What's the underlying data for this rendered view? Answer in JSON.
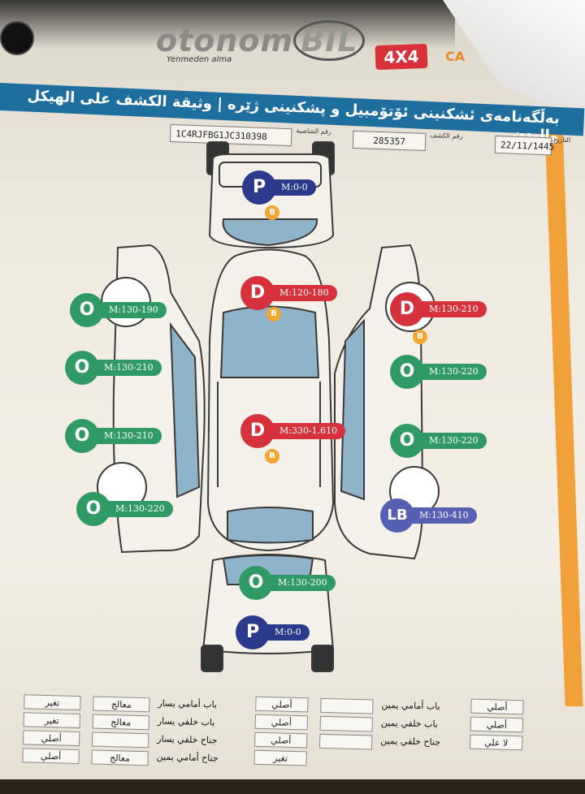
{
  "header": {
    "brand_main": "otonom",
    "brand_bil": "BIL",
    "slogan": "Yenmeden alma",
    "badge": "4X4",
    "logo_right": "CA",
    "left_text": "",
    "banner_title": "بەڵگەنامەی ئشکنینی ئۆتۆمبیل و پشکنینی ژێرە | وثيقة الكشف على الهيكل والبدن"
  },
  "info": {
    "vin": "1C4RJFBG1JC310398",
    "vin_label": "رقم الشاصية",
    "check_no": "285357",
    "check_label": "رقم الكشف",
    "date": "22/11/1445",
    "date_label": "التاريخ"
  },
  "markers": {
    "top_roof": {
      "letter": "P",
      "value": "M:0-0",
      "color": "#2c3a8c"
    },
    "hood": {
      "letter": "D",
      "value": "M:120-180",
      "color": "#d5323d"
    },
    "roof": {
      "letter": "D",
      "value": "M:330-1.610",
      "color": "#d5323d"
    },
    "left_front_fender": {
      "letter": "O",
      "value": "M:130-190",
      "color": "#2f9a63"
    },
    "left_front_door": {
      "letter": "O",
      "value": "M:130-210",
      "color": "#2f9a63"
    },
    "left_rear_door": {
      "letter": "O",
      "value": "M:130-210",
      "color": "#2f9a63"
    },
    "left_rear_fender": {
      "letter": "O",
      "value": "M:130-220",
      "color": "#2f9a63"
    },
    "right_front_fender": {
      "letter": "D",
      "value": "M:130-210",
      "color": "#d5323d"
    },
    "right_front_door": {
      "letter": "O",
      "value": "M:130-220",
      "color": "#2f9a63"
    },
    "right_rear_door": {
      "letter": "O",
      "value": "M:130-220",
      "color": "#2f9a63"
    },
    "right_rear_fender": {
      "letter": "LB",
      "value": "M:130-410",
      "color": "#5660b3"
    },
    "trunk": {
      "letter": "O",
      "value": "M:130-200",
      "color": "#2f9a63"
    },
    "rear_bumper": {
      "letter": "P",
      "value": "M:0-0",
      "color": "#2c3a8c"
    },
    "b_badge": "B"
  },
  "table": {
    "left": [
      {
        "label": "باب أمامي يسار",
        "status": "أصلي",
        "state": "معالج",
        "note": "تغير"
      },
      {
        "label": "باب خلفي يسار",
        "status": "أصلي",
        "state": "معالج",
        "note": "تغير"
      },
      {
        "label": "جناح خلفي يسار",
        "status": "أصلي",
        "state": "",
        "note": "أصلي"
      },
      {
        "label": "جناح أمامي يمين",
        "status": "تغير",
        "state": "معالج",
        "note": "أصلي"
      }
    ],
    "right": [
      {
        "label": "باب أمامي يمين",
        "status": "أصلي"
      },
      {
        "label": "باب خلفي يمين",
        "status": "أصلي"
      },
      {
        "label": "جناح خلفي يمين",
        "status": "لا علي"
      }
    ]
  }
}
